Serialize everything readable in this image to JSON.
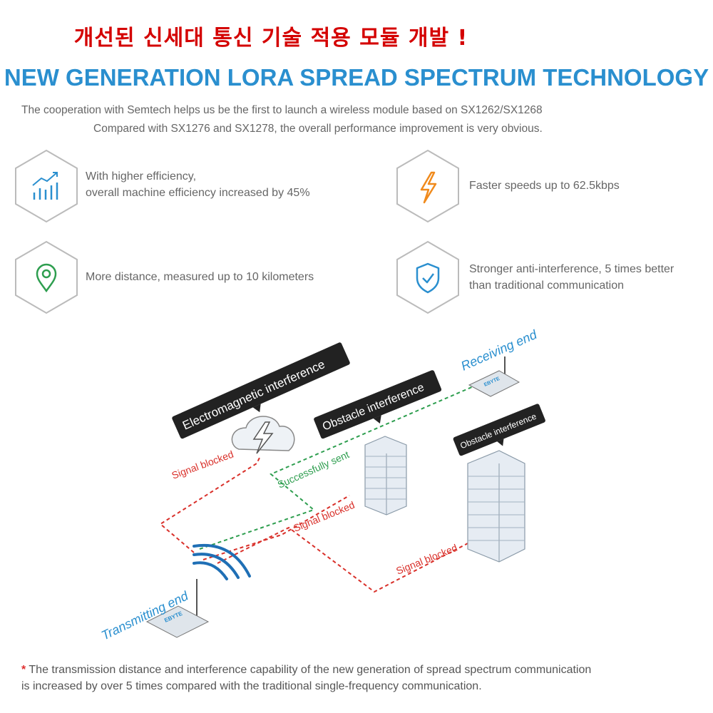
{
  "header": {
    "korean_title": "개선된 신세대 통신 기술 적용 모듈 개발 !",
    "main_title": "NEW GENERATION LORA SPREAD SPECTRUM TECHNOLOGY",
    "subtitle_line1": "The cooperation with Semtech helps us be the first to launch a wireless module based on SX1262/SX1268",
    "subtitle_line2": "Compared with SX1276 and SX1278, the overall performance improvement is very obvious."
  },
  "features": [
    {
      "icon": "bar-chart-icon",
      "line1": "With higher efficiency,",
      "line2": "overall machine efficiency increased by 45%"
    },
    {
      "icon": "lightning-icon",
      "line1": "Faster speeds up to 62.5kbps",
      "line2": ""
    },
    {
      "icon": "location-pin-icon",
      "line1": "More distance, measured up to 10 kilometers",
      "line2": ""
    },
    {
      "icon": "shield-check-icon",
      "line1": "Stronger anti-interference, 5 times better",
      "line2": "than traditional communication"
    }
  ],
  "diagram": {
    "em_interference": "Electromagnetic interference",
    "obstacle_interference_1": "Obstacle interference",
    "obstacle_interference_2": "Obstacle interference",
    "receiving_end": "Receiving end",
    "transmitting_end": "Transmitting end",
    "signal_blocked_1": "Signal blocked",
    "signal_blocked_2": "Signal blocked",
    "signal_blocked_3": "Signal blocked",
    "successfully_sent": "Successfully sent",
    "device_brand": "EBYTE"
  },
  "footer": {
    "star": "*",
    "line1": "The transmission distance and interference capability of the new generation of spread spectrum communication",
    "line2": "is increased by over 5 times compared with the traditional single-frequency communication."
  },
  "colors": {
    "title_blue": "#2a8fcf",
    "red": "#d9302a",
    "green": "#2e9e4f",
    "korean_red": "#d40000"
  }
}
